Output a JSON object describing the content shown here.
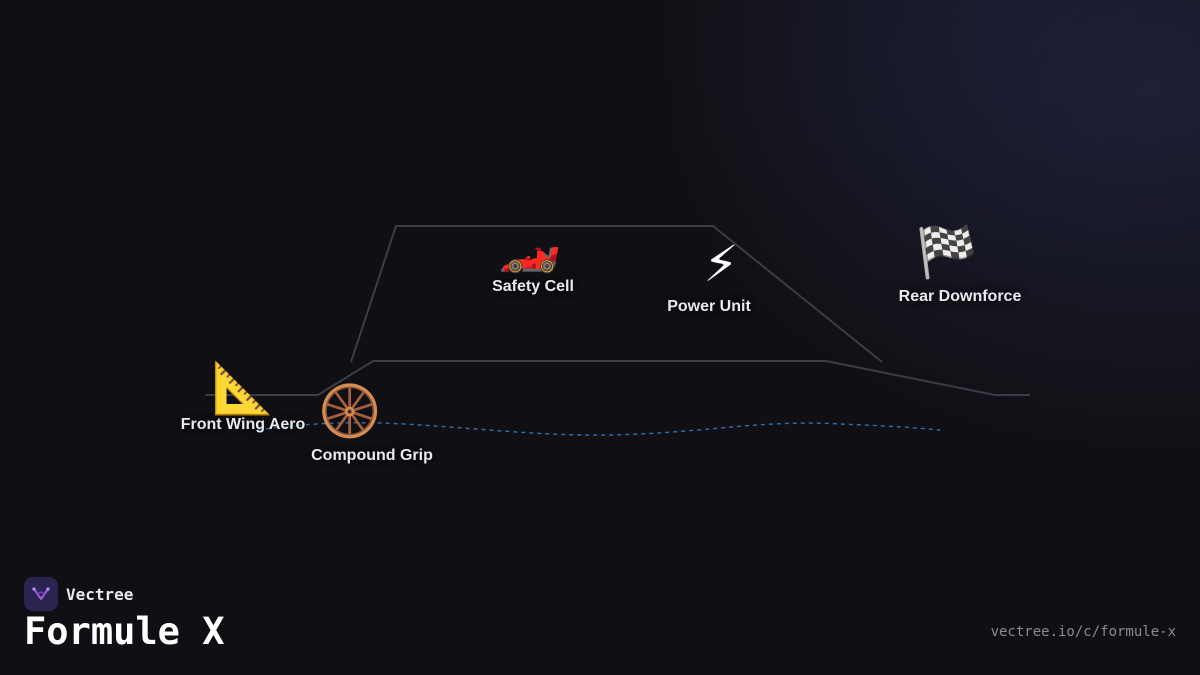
{
  "nodes": [
    {
      "id": "front_wing",
      "icon": "triangular-ruler-icon",
      "emoji": "📐",
      "label": "Front Wing Aero"
    },
    {
      "id": "compound",
      "icon": "tire-wheel-icon",
      "emoji": "🛞",
      "label": "Compound Grip"
    },
    {
      "id": "safety",
      "icon": "racing-car-icon",
      "emoji": "🏎️",
      "label": "Safety Cell"
    },
    {
      "id": "power",
      "icon": "lightning-bolt-icon",
      "emoji": "⚡",
      "label": "Power Unit"
    },
    {
      "id": "rear",
      "icon": "checkered-flag-icon",
      "emoji": "🏁",
      "label": "Rear Downforce"
    }
  ],
  "brand": {
    "name": "Vectree",
    "logo_icon": "vectree-logo-icon"
  },
  "title": "Formule X",
  "url": "vectree.io/c/formule-x",
  "colors": {
    "background": "#101014",
    "outline": "#3a3c46",
    "dashed_path": "#2f6fb0",
    "logo_bg": "#2a2550",
    "logo_mark": "#a05ce0"
  }
}
